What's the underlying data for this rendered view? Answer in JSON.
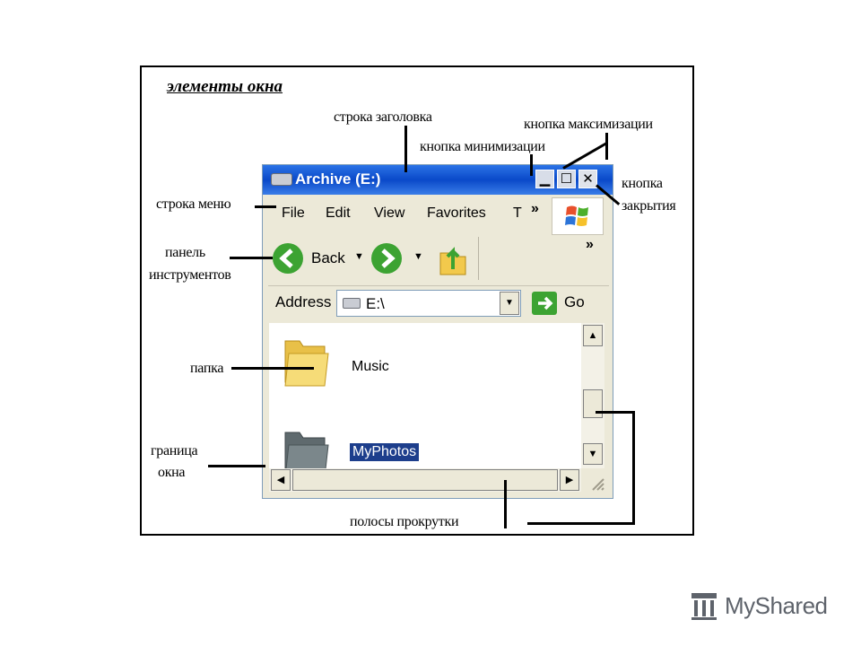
{
  "heading": "элементы окна",
  "annotations": {
    "title_bar": "строка заголовка",
    "maximize_button": "кнопка максимизации",
    "minimize_button": "кнопка минимизации",
    "close_button_line1": "кнопка",
    "close_button_line2": "закрытия",
    "menu_bar": "строка меню",
    "toolbar_line1": "панель",
    "toolbar_line2": "инструментов",
    "folder": "папка",
    "border_line1": "граница",
    "border_line2": "окна",
    "scrollbars": "полосы прокрутки"
  },
  "window": {
    "title": "Archive (E:)",
    "menu": [
      "File",
      "Edit",
      "View",
      "Favorites",
      "T"
    ],
    "menu_overflow": "»",
    "toolbar": {
      "back_label": "Back",
      "overflow": "»"
    },
    "address": {
      "label": "Address",
      "value": "E:\\",
      "go_label": "Go"
    },
    "folders": [
      {
        "name": "Music",
        "selected": false
      },
      {
        "name": "MyPhotos",
        "selected": true
      }
    ],
    "titlebar_color": "#0a49c9"
  },
  "watermark": "MyShared"
}
